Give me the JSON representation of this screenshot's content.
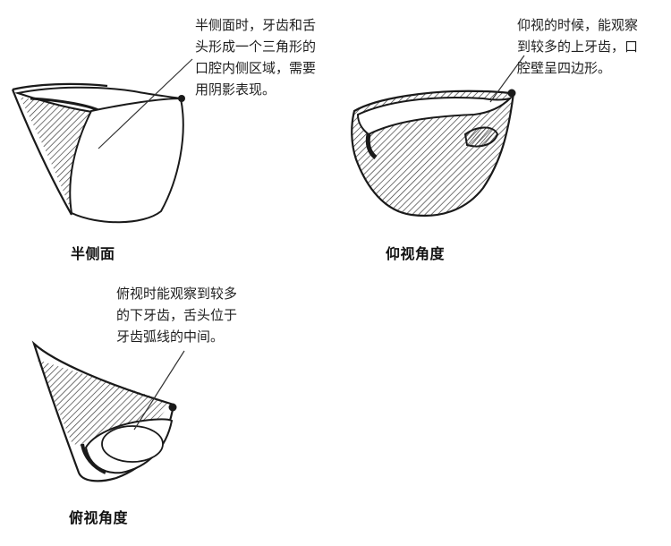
{
  "diagrams": [
    {
      "id": "half-side",
      "caption": "半侧面",
      "note_lines": [
        "半侧面时，牙齿和舌",
        "头形成一个三角形的",
        "口腔内侧区域，需要",
        "用阴影表现。"
      ]
    },
    {
      "id": "upward",
      "caption": "仰视角度",
      "note_lines": [
        "仰视的时候，能观察",
        "到较多的上牙齿，口",
        "腔壁呈四边形。"
      ]
    },
    {
      "id": "downward",
      "caption": "俯视角度",
      "note_lines": [
        "俯视时能观察到较多",
        "的下牙齿，舌头位于",
        "牙齿弧线的中间。"
      ]
    }
  ],
  "colors": {
    "ink": "#1a1a1a",
    "shading": "#3a3a3a",
    "background": "#ffffff"
  }
}
